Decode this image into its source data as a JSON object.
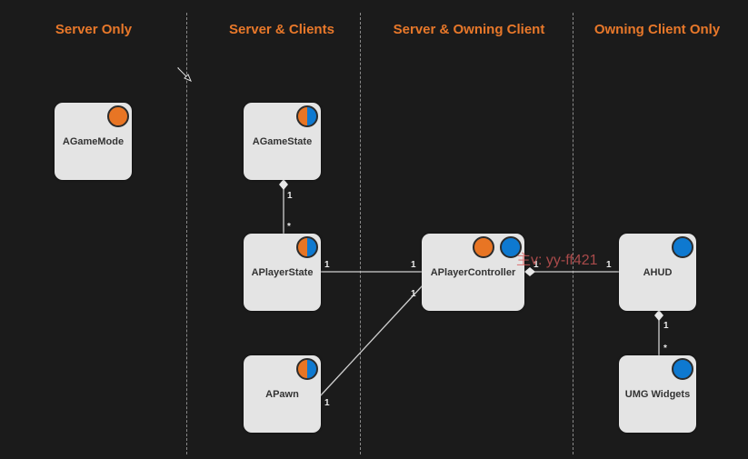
{
  "columns": [
    {
      "title": "Server Only"
    },
    {
      "title": "Server & Clients"
    },
    {
      "title": "Server & Owning Client"
    },
    {
      "title": "Owning Client Only"
    }
  ],
  "nodes": {
    "agamemode": {
      "label": "AGameMode",
      "badge": "orange"
    },
    "agamestate": {
      "label": "AGameState",
      "badge": "orange-blue"
    },
    "aplayerstate": {
      "label": "APlayerState",
      "badge": "orange-blue"
    },
    "apawn": {
      "label": "APawn",
      "badge": "orange-blue"
    },
    "aplayercontroller": {
      "label": "APlayerController",
      "badges": [
        "orange",
        "blue"
      ]
    },
    "ahud": {
      "label": "AHUD",
      "badge": "blue"
    },
    "umg": {
      "label": "UMG Widgets",
      "badge": "blue"
    }
  },
  "multiplicities": {
    "gamestate_playerstate_top": "1",
    "gamestate_playerstate_bottom": "*",
    "playerstate_controller_left": "1",
    "playerstate_controller_right": "1",
    "pawn_controller_left": "1",
    "pawn_controller_right": "1",
    "controller_hud_left": "1",
    "controller_hud_right": "1",
    "hud_umg_top": "1",
    "hud_umg_bottom": "*"
  },
  "watermark": "主v:  yy-ff421",
  "colors": {
    "server": "#e87524",
    "client": "#0e79d0",
    "header": "#e8782a",
    "background": "#1b1b1b"
  }
}
